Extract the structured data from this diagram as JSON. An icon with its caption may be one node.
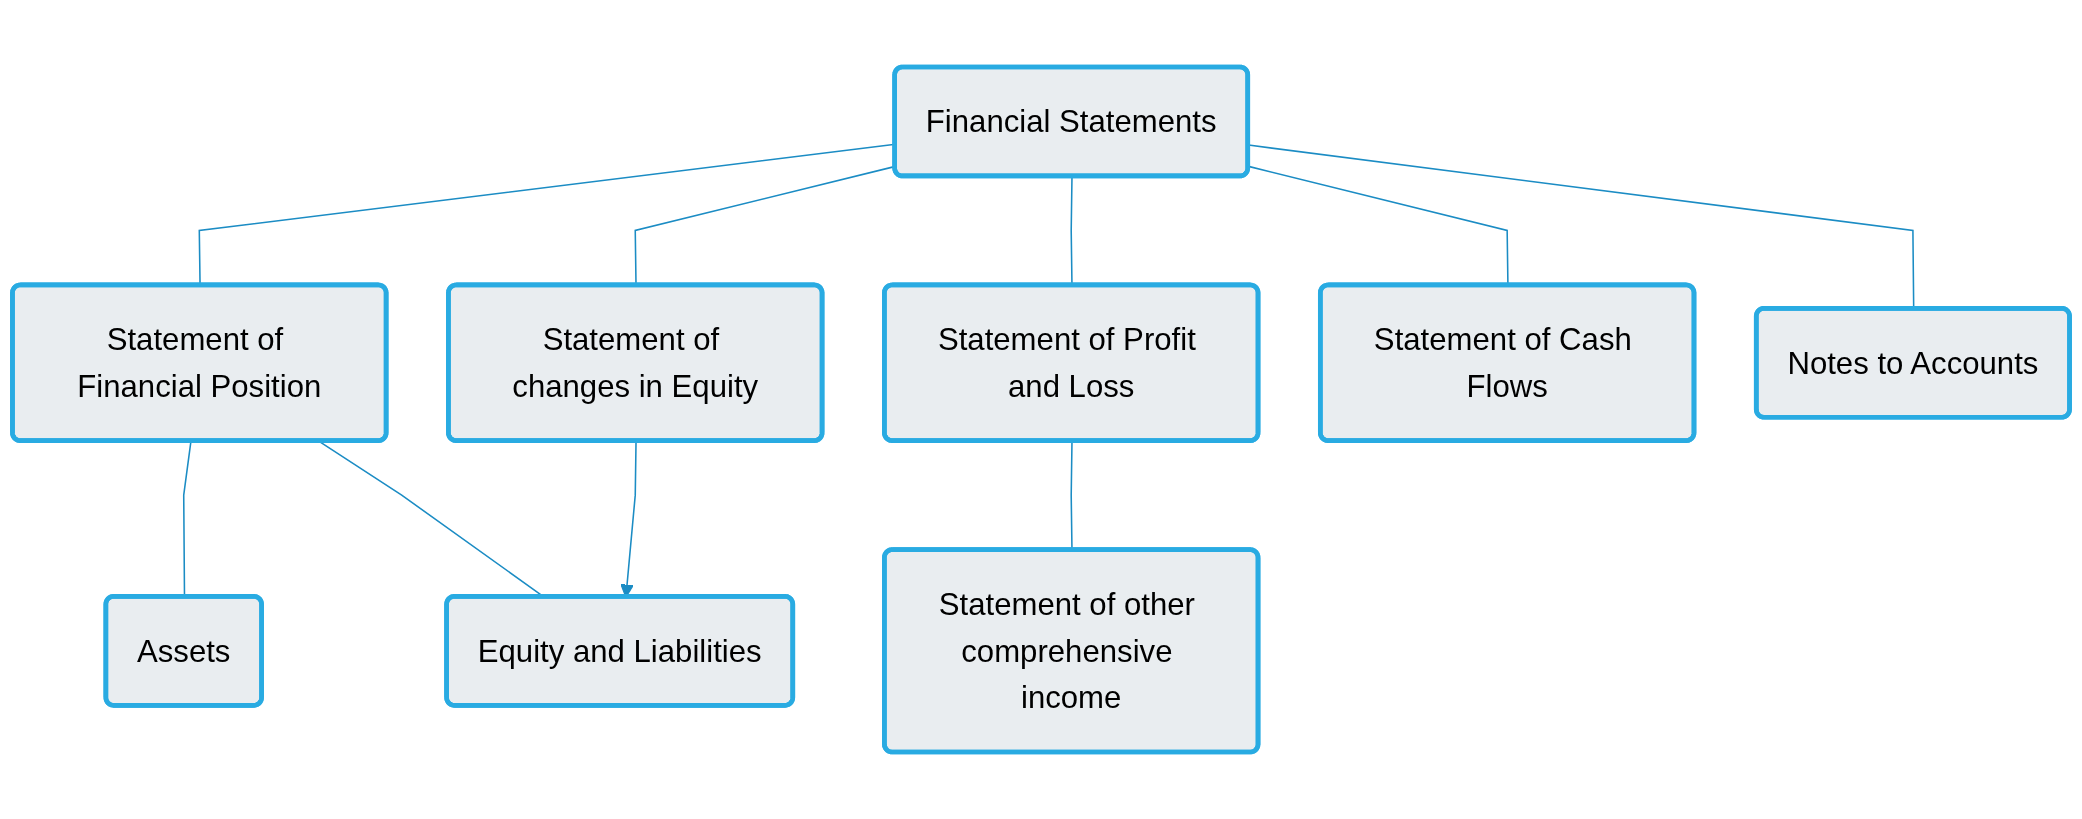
{
  "diagram": {
    "nodes": [
      {
        "text": [
          "Financial Statements"
        ]
      },
      {
        "text": [
          "Statement of Financial Position"
        ]
      },
      {
        "text": [
          "Statement of changes in Equity"
        ]
      },
      {
        "text": [
          "Statement of Profit and Loss"
        ]
      },
      {
        "text": [
          "Statement of Cash Flows"
        ]
      },
      {
        "text": [
          "Notes to Accounts"
        ]
      },
      {
        "text": [
          "Assets"
        ]
      },
      {
        "text": [
          "Equity and Liabilities"
        ]
      },
      {
        "text": [
          "Statement of other comprehensive income"
        ]
      }
    ],
    "edges": [
      {
        "from": 0,
        "to": 1,
        "arrow": "none"
      },
      {
        "from": 0,
        "to": 2,
        "arrow": "none"
      },
      {
        "from": 0,
        "to": 3,
        "arrow": "none"
      },
      {
        "from": 0,
        "to": 4,
        "arrow": "none"
      },
      {
        "from": 0,
        "to": 5,
        "arrow": "none"
      },
      {
        "from": 1,
        "to": 6,
        "arrow": "none"
      },
      {
        "from": 1,
        "to": 7,
        "arrow": "none"
      },
      {
        "from": 2,
        "to": 7,
        "arrow": "to"
      },
      {
        "from": 3,
        "to": 8,
        "arrow": "none"
      }
    ]
  }
}
